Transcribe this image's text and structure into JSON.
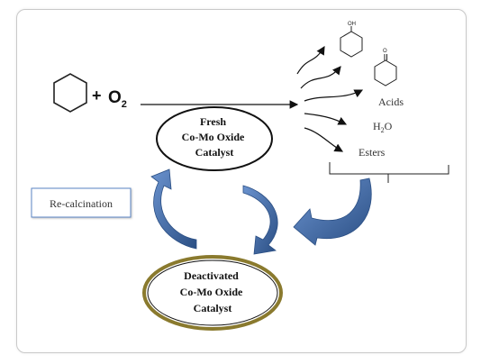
{
  "reaction": {
    "plus": "+",
    "oxygen": "O",
    "oxygen_subscript": "2"
  },
  "fresh_catalyst": {
    "line1": "Fresh",
    "line2": "Co-Mo Oxide",
    "line3": "Catalyst"
  },
  "deactivated_catalyst": {
    "line1": "Deactivated",
    "line2": "Co-Mo Oxide",
    "line3": "Catalyst"
  },
  "recalcination_label": "Re-calcination",
  "products": {
    "oh_label": "OH",
    "ketone_label": "O",
    "acids": "Acids",
    "water": "H",
    "water_subscript": "2",
    "water_tail": "O",
    "esters": "Esters"
  },
  "colors": {
    "cycle_arrow": "#3f6fae",
    "cycle_arrow_dark": "#2b4f84",
    "recalcination_border": "#5b86c4",
    "deactivated_ring": "#8a7a2e"
  }
}
